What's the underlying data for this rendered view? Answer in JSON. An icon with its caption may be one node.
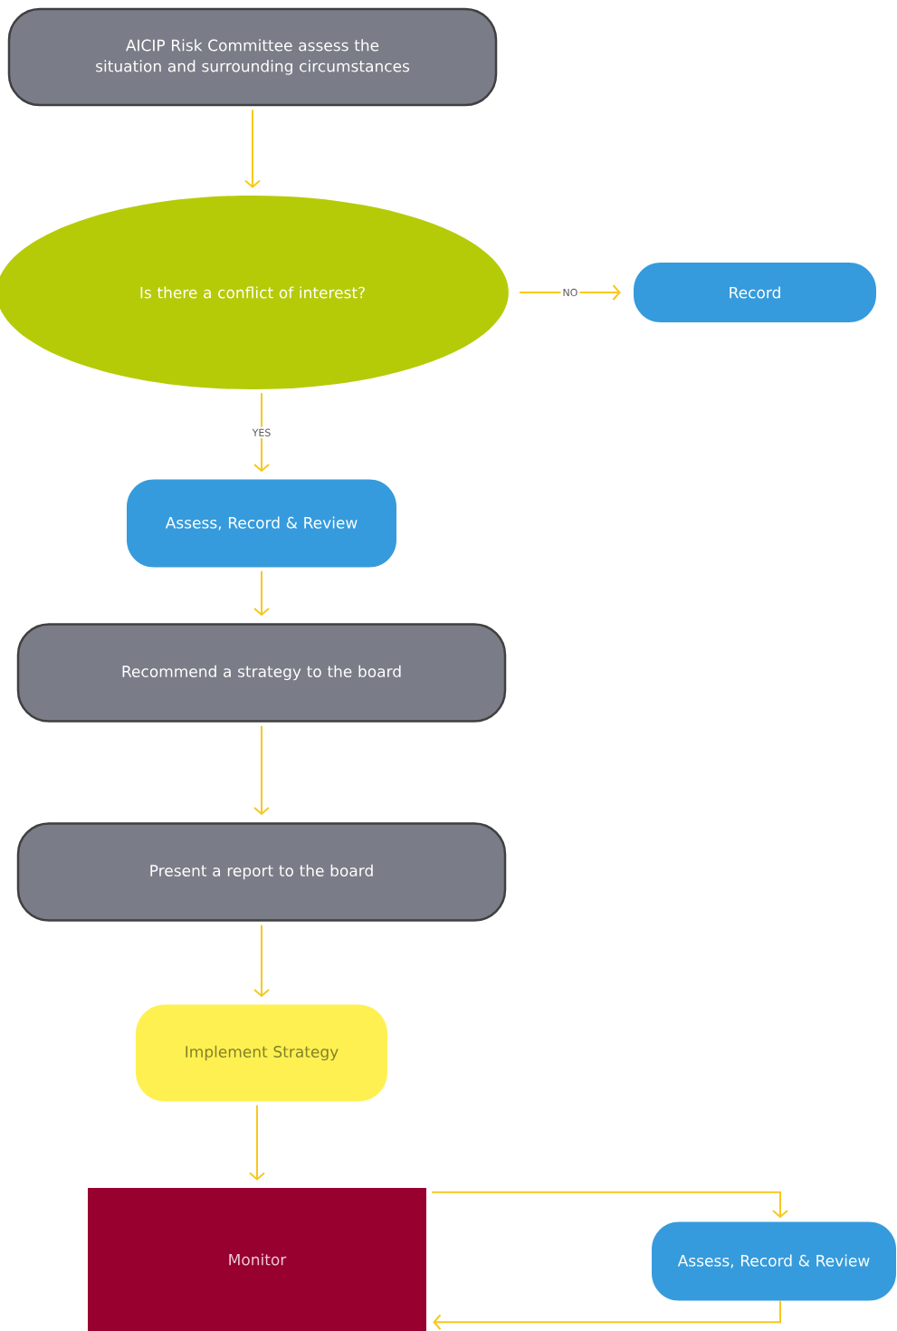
{
  "diagram": {
    "nodes": [
      {
        "text": [
          "AICIP Risk Committee assess the situation and surrounding circumstances"
        ]
      },
      {
        "text": [
          "Is there a conflict of interest?"
        ]
      },
      {
        "text": [
          "Record"
        ]
      },
      {
        "text": [
          "Assess, Record & Review"
        ]
      },
      {
        "text": [
          "Recommend a strategy to the board"
        ]
      },
      {
        "text": [
          "Present a report to the board"
        ]
      },
      {
        "text": [
          "Implement Strategy"
        ]
      },
      {
        "text": [
          "Monitor"
        ]
      },
      {
        "text": [
          "Assess, Record & Review"
        ]
      }
    ],
    "edges": [
      {
        "from": 0,
        "to": 1,
        "arrow": "to"
      },
      {
        "from": 1,
        "to": 2,
        "arrow": "to",
        "label": "NO"
      },
      {
        "from": 1,
        "to": 3,
        "arrow": "to",
        "label": "YES"
      },
      {
        "from": 3,
        "to": 4,
        "arrow": "to"
      },
      {
        "from": 4,
        "to": 5,
        "arrow": "to"
      },
      {
        "from": 5,
        "to": 6,
        "arrow": "to"
      },
      {
        "from": 6,
        "to": 7,
        "arrow": "to"
      },
      {
        "from": 7,
        "to": 8,
        "arrow": "to"
      },
      {
        "from": 8,
        "to": 7,
        "arrow": "to"
      }
    ]
  }
}
